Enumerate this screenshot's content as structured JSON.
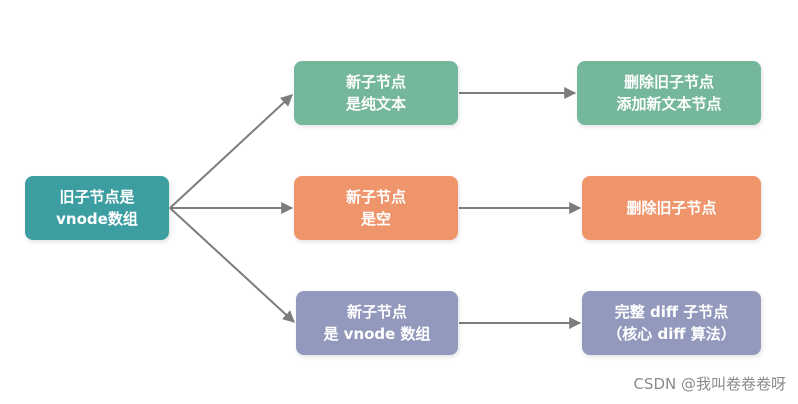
{
  "colors": {
    "teal": "#3d9ea2",
    "green": "#74b79b",
    "orange": "#ee956c",
    "purple": "#9399bc",
    "arrow": "#7d7d7d"
  },
  "nodes": {
    "root": {
      "line1": "旧子节点是",
      "line2": "vnode数组"
    },
    "text": {
      "line1": "新子节点",
      "line2": "是纯文本"
    },
    "empty": {
      "line1": "新子节点",
      "line2": "是空"
    },
    "array": {
      "line1": "新子节点",
      "line2": "是 vnode 数组"
    },
    "text_result": {
      "line1": "删除旧子节点",
      "line2": "添加新文本节点"
    },
    "empty_result": {
      "line1": "删除旧子节点"
    },
    "array_result": {
      "line1": "完整 diff 子节点",
      "line2": "（核心 diff 算法）"
    }
  },
  "watermark": "CSDN @我叫卷卷卷呀"
}
